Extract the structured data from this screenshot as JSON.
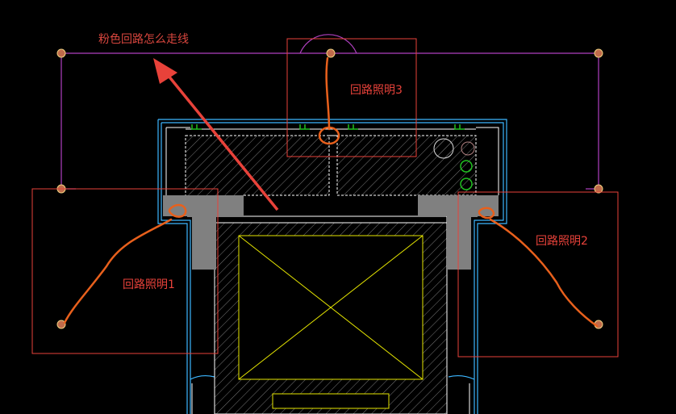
{
  "annotation": {
    "question": "粉色回路怎么走线"
  },
  "circuits": [
    {
      "label": "回路照明1"
    },
    {
      "label": "回路照明2"
    },
    {
      "label": "回路照明3"
    }
  ],
  "colors": {
    "background": "#000000",
    "pink_circuit": "#b040c0",
    "annotation_red": "#e8423a",
    "orange_marks": "#e8601c",
    "wall_white": "#ffffff",
    "cyan_outline": "#3cb6ff",
    "elevator_yellow": "#e6e600",
    "fixture_grey": "#808080",
    "green_symbol": "#20c020"
  },
  "icons": {
    "lamp": "light-fixture-icon",
    "arrow": "red-pointer-arrow"
  }
}
